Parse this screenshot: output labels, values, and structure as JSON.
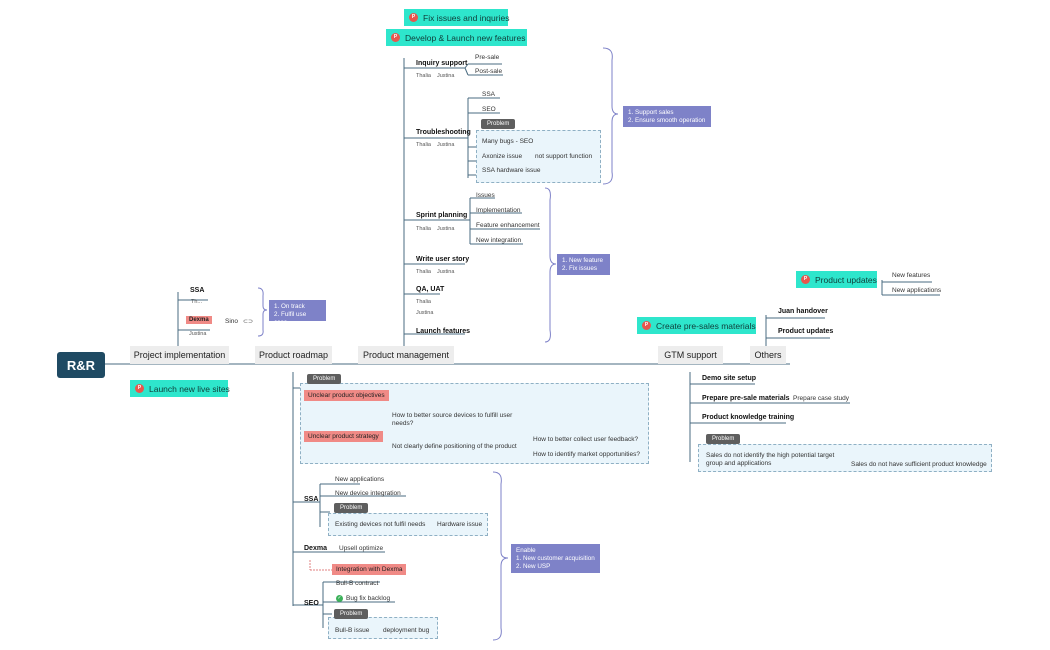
{
  "root": "R&R",
  "branches": [
    "Project implementation",
    "Product roadmap",
    "Product management",
    "GTM support",
    "Others"
  ],
  "banners": {
    "fix": "Fix issues and inquries",
    "develop": "Develop & Launch new features",
    "launch_sites": "Launch new live sites",
    "product_updates": "Product updates",
    "presales": "Create pre-sales materials",
    "flag_glyph": "P"
  },
  "project": {
    "ssa": "SSA",
    "ssa_child": "Th...",
    "dexma": "Dexma",
    "sino": "Sino",
    "link_icon": "⊂⊃",
    "justina": "Justina",
    "summary": [
      "1. On track",
      "2. Fulfil use case"
    ]
  },
  "management": {
    "inquiry": "Inquiry support",
    "presale": "Pre-sale",
    "postsale": "Post-sale",
    "people": [
      "Thalia",
      "Justina"
    ],
    "trouble": "Troubleshooting",
    "trouble_ssa": "SSA",
    "trouble_seo": "SEO",
    "problem": "Problem",
    "bugs": "Many bugs - SEO",
    "axonize": "Axonize issue",
    "not_support": "not support function",
    "ssa_hw": "SSA hardware issue",
    "summary1": [
      "1. Support sales",
      "2. Ensure smooth operation"
    ],
    "sprint": "Sprint planning",
    "issues": "Issues",
    "implementation": "Implementation",
    "feature_enh": "Feature enhancement",
    "new_integration": "New integration",
    "user_story": "Write user story",
    "qa": "QA, UAT",
    "launch": "Launch features",
    "summary2": [
      "1. New feature",
      "2. Fix issues"
    ]
  },
  "roadmap": {
    "problem": "Problem",
    "unclear_obj": "Unclear product objectives",
    "unclear_strategy": "Unclear product strategy",
    "q1": "How to better source devices to fulfill user needs?",
    "not_clearly": "Not clearly define positioning of the product",
    "q2": "How to better collect user feedback?",
    "q3": "How to identify market opportunities?",
    "ssa": "SSA",
    "new_apps": "New applications",
    "new_device": "New device integration",
    "existing": "Existing devices not fulfil needs",
    "hardware": "Hardware issue",
    "dexma": "Dexma",
    "upsell": "Upsell optimize",
    "integration_dexma": "Integration with Dexma",
    "seo": "SEO",
    "bullb_contract": "Bull-B contract",
    "bug_fix": "Bug fix backlog",
    "check_glyph": "✓",
    "bullb_issue": "Bull-B issue",
    "deploy_bug": "deployment bug",
    "summary": [
      "Enable",
      "1. New customer acquisition",
      "2. New USP"
    ]
  },
  "gtm": {
    "demo": "Demo site setup",
    "prepare": "Prepare pre-sale materials",
    "case": "Prepare case study",
    "training": "Product knowledge training",
    "problem": "Problem",
    "not_identify": "Sales do not identify the high potential target group and applications",
    "no_knowledge": "Sales do not have sufficient product knowledge"
  },
  "others": {
    "juan": "Juan handover",
    "updates": "Product updates",
    "new_features": "New features",
    "new_apps": "New applications"
  }
}
